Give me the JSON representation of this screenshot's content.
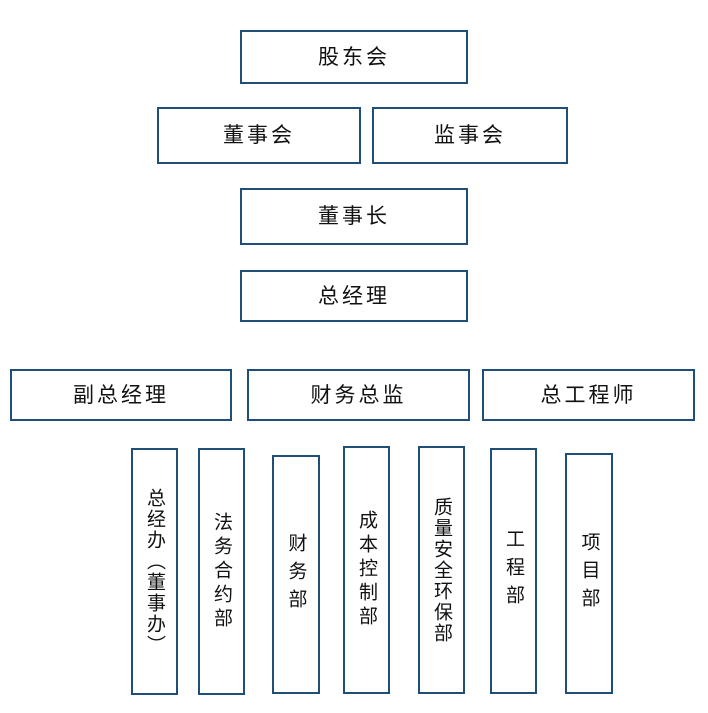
{
  "chart": {
    "title": "",
    "type": "org-chart",
    "colors": {
      "border": "#1f4e79",
      "background": "#ffffff",
      "text": "#111111"
    },
    "levels": [
      {
        "level": 1,
        "nodes": [
          {
            "id": "shareholders-meeting",
            "label": "股东会",
            "orientation": "horizontal"
          }
        ]
      },
      {
        "level": 2,
        "nodes": [
          {
            "id": "board-of-directors",
            "label": "董事会",
            "orientation": "horizontal"
          },
          {
            "id": "board-of-supervisors",
            "label": "监事会",
            "orientation": "horizontal"
          }
        ]
      },
      {
        "level": 3,
        "nodes": [
          {
            "id": "chairman",
            "label": "董事长",
            "orientation": "horizontal"
          }
        ]
      },
      {
        "level": 4,
        "nodes": [
          {
            "id": "general-manager",
            "label": "总经理",
            "orientation": "horizontal"
          }
        ]
      },
      {
        "level": 5,
        "nodes": [
          {
            "id": "deputy-general-manager",
            "label": "副总经理",
            "orientation": "horizontal"
          },
          {
            "id": "financial-director",
            "label": "财务总监",
            "orientation": "horizontal"
          },
          {
            "id": "chief-engineer",
            "label": "总工程师",
            "orientation": "horizontal"
          }
        ]
      },
      {
        "level": 6,
        "nodes": [
          {
            "id": "gm-office",
            "label": "总经办（董事办）",
            "orientation": "vertical"
          },
          {
            "id": "legal-contract-dept",
            "label": "法务合约部",
            "orientation": "vertical"
          },
          {
            "id": "finance-dept",
            "label": "财务部",
            "orientation": "vertical"
          },
          {
            "id": "cost-control-dept",
            "label": "成本控制部",
            "orientation": "vertical"
          },
          {
            "id": "quality-safety-environment-dept",
            "label": "质量安全环保部",
            "orientation": "vertical"
          },
          {
            "id": "engineering-dept",
            "label": "工程部",
            "orientation": "vertical"
          },
          {
            "id": "project-dept",
            "label": "项目部",
            "orientation": "vertical"
          }
        ]
      }
    ]
  }
}
